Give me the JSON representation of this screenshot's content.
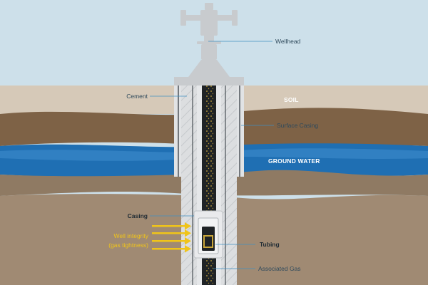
{
  "labels": {
    "wellhead": "Wellhead",
    "cement": "Cement",
    "soil": "SOIL",
    "surface_casing": "Surface Casing",
    "ground_water": "GROUND WATER",
    "casing": "Casing",
    "well_integrity": "Well integrity",
    "gas_tightness": "(gas tightness)",
    "tubing": "Tubing",
    "associated_gas": "Associated Gas"
  },
  "colors": {
    "sky": "#cde0ea",
    "soil": "#d6c9b8",
    "earth_dark": "#7e6246",
    "earth_mid": "#8f7a63",
    "earth_deep": "#a08a73",
    "ground_water": "#1f6fb3",
    "ground_water_light": "#3d8ccc",
    "well_structure": "#d9dbdd",
    "wellhead": "#c8cbce",
    "leader_line": "#3f8fc1",
    "accent_yellow": "#f0c419",
    "tube_dark": "#1f2326"
  },
  "icons": {
    "arrows": "arrow-right-icon",
    "gas": "gas-bubble-icon"
  }
}
